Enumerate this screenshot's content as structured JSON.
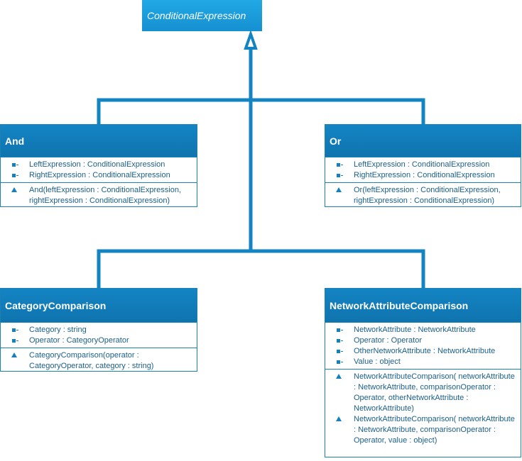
{
  "base_class": {
    "name": "ConditionalExpression"
  },
  "classes": [
    {
      "name": "And",
      "fields": [
        "LeftExpression : ConditionalExpression",
        "RightExpression : ConditionalExpression"
      ],
      "methods": [
        "And(leftExpression : ConditionalExpression, rightExpression : ConditionalExpression)"
      ]
    },
    {
      "name": "Or",
      "fields": [
        "LeftExpression : ConditionalExpression",
        "RightExpression : ConditionalExpression"
      ],
      "methods": [
        "Or(leftExpression : ConditionalExpression, rightExpression : ConditionalExpression)"
      ]
    },
    {
      "name": "CategoryComparison",
      "fields": [
        "Category : string",
        "Operator : CategoryOperator"
      ],
      "methods": [
        "CategoryComparison(operator : CategoryOperator, category : string)"
      ]
    },
    {
      "name": "NetworkAttributeComparison",
      "fields": [
        "NetworkAttribute : NetworkAttribute",
        "Operator : Operator",
        "OtherNetworkAttribute : NetworkAttribute",
        "Value : object"
      ],
      "methods": [
        "NetworkAttributeComparison( networkAttribute : NetworkAttribute, comparisonOperator : Operator, otherNetworkAttribute : NetworkAttribute)",
        "NetworkAttributeComparison( networkAttribute : NetworkAttribute, comparisonOperator : Operator, value : object)"
      ]
    }
  ],
  "colors": {
    "line": "#1384c2",
    "header": "#117bba",
    "abstract": "#1ea0df",
    "text": "#1a5f8a"
  }
}
